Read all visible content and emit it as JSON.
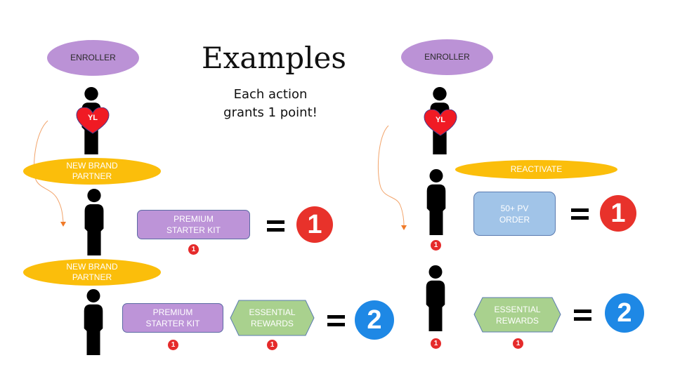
{
  "title": "Examples",
  "subtitle_line1": "Each action",
  "subtitle_line2": "grants 1 point!",
  "colors": {
    "enroller": "#bb92d6",
    "new_partner": "#fbbe0b",
    "premium_kit": "#bd94d8",
    "essential_rewards": "#a9d18e",
    "pv_order": "#a1c4e8",
    "badge_red": "#e8322b",
    "badge_blue": "#1e88e5",
    "arrow": "#f2a46b"
  },
  "left": {
    "enroller_label": "ENROLLER",
    "heart_label": "YL",
    "row1": {
      "role_line1": "NEW BRAND",
      "role_line2": "PARTNER",
      "item_line1": "PREMIUM",
      "item_line2": "STARTER KIT",
      "item_points": "1",
      "total": "1"
    },
    "row2": {
      "role_line1": "NEW BRAND",
      "role_line2": "PARTNER",
      "item1_line1": "PREMIUM",
      "item1_line2": "STARTER KIT",
      "item1_points": "1",
      "item2_line1": "ESSENTIAL",
      "item2_line2": "REWARDS",
      "item2_points": "1",
      "total": "2"
    }
  },
  "right": {
    "enroller_label": "ENROLLER",
    "heart_label": "YL",
    "row1": {
      "role_label": "REACTIVATE",
      "person_points": "1",
      "item_line1": "50+ PV",
      "item_line2": "ORDER",
      "total": "1"
    },
    "row2": {
      "person_points": "1",
      "item_line1": "ESSENTIAL",
      "item_line2": "REWARDS",
      "item_points": "1",
      "total": "2"
    }
  }
}
